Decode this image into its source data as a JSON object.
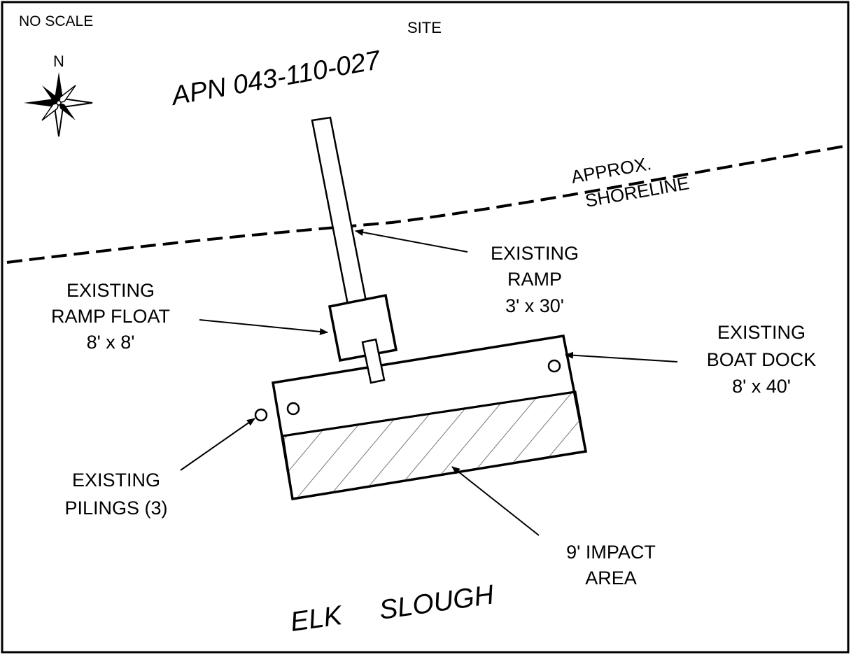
{
  "header": {
    "no_scale": "NO SCALE",
    "site": "SITE"
  },
  "north": {
    "letter": "N",
    "icon": "north-arrow-compass-icon"
  },
  "parcel": {
    "apn": "APN 043-110-027"
  },
  "shoreline": {
    "line1": "APPROX.",
    "line2": "SHORELINE"
  },
  "labels": {
    "ramp": [
      "EXISTING",
      "RAMP",
      "3' x 30'"
    ],
    "ramp_float": [
      "EXISTING",
      "RAMP FLOAT",
      "8' x 8'"
    ],
    "boat_dock": [
      "EXISTING",
      "BOAT DOCK",
      "8' x 40'"
    ],
    "pilings": [
      "EXISTING",
      "PILINGS (3)"
    ],
    "impact": [
      "9' IMPACT",
      "AREA"
    ]
  },
  "water_body": {
    "word1": "ELK",
    "word2": "SLOUGH"
  }
}
